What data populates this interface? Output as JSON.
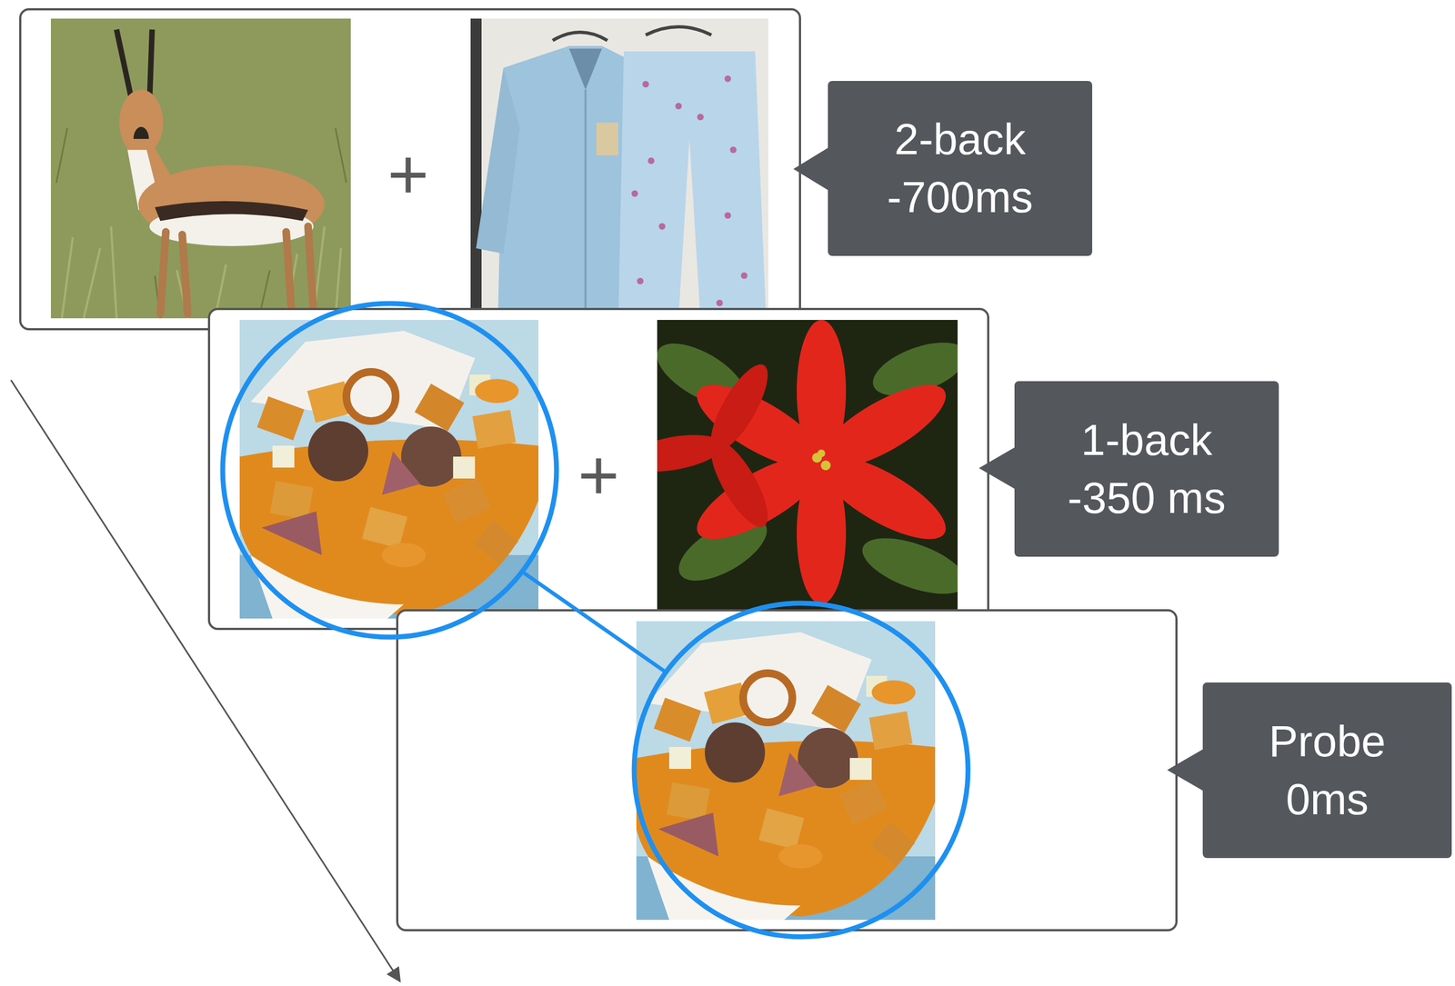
{
  "diagram": {
    "nodes": [
      {
        "text": [
          "2-back -700ms"
        ]
      },
      {
        "text": [
          "1-back -350 ms"
        ]
      },
      {
        "text": [
          "Probe 0ms"
        ]
      }
    ],
    "labels": [
      "+",
      "+"
    ]
  }
}
